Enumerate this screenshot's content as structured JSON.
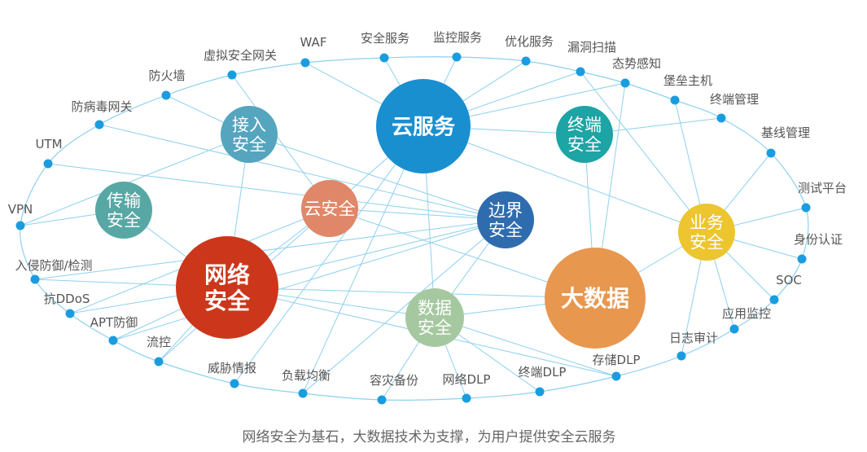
{
  "caption": "网络安全为基石，大数据技术为支撑，为用户提供安全云服务",
  "colors": {
    "line": "#8ed0ee",
    "dot": "#1a9de0",
    "label": "#555555"
  },
  "hubs": [
    {
      "id": "cloud_service",
      "lines": [
        "云服务"
      ],
      "color": "#1a8fd0",
      "bold": true
    },
    {
      "id": "access",
      "lines": [
        "接入",
        "安全"
      ],
      "color": "#55a5bf"
    },
    {
      "id": "endpoint",
      "lines": [
        "终端",
        "安全"
      ],
      "color": "#1da4a4"
    },
    {
      "id": "transport",
      "lines": [
        "传输",
        "安全"
      ],
      "color": "#57a8a4"
    },
    {
      "id": "cloud_sec",
      "lines": [
        "云安全"
      ],
      "color": "#e0876a"
    },
    {
      "id": "border",
      "lines": [
        "边界",
        "安全"
      ],
      "color": "#2f6cae"
    },
    {
      "id": "business",
      "lines": [
        "业务",
        "安全"
      ],
      "color": "#ecc52f"
    },
    {
      "id": "network",
      "lines": [
        "网络",
        "安全"
      ],
      "color": "#cc371b",
      "bold": true
    },
    {
      "id": "bigdata",
      "lines": [
        "大数据"
      ],
      "color": "#e8974f",
      "bold": true
    },
    {
      "id": "data",
      "lines": [
        "数据",
        "安全"
      ],
      "color": "#a6c8a0"
    }
  ],
  "nodes": [
    {
      "id": "waf",
      "label": "WAF"
    },
    {
      "id": "sec_svc",
      "label": "安全服务"
    },
    {
      "id": "mon_svc",
      "label": "监控服务"
    },
    {
      "id": "opt_svc",
      "label": "优化服务"
    },
    {
      "id": "vuln",
      "label": "漏洞扫描"
    },
    {
      "id": "situ",
      "label": "态势感知"
    },
    {
      "id": "bastion",
      "label": "堡垒主机"
    },
    {
      "id": "term_mgmt",
      "label": "终端管理"
    },
    {
      "id": "baseline",
      "label": "基线管理"
    },
    {
      "id": "testplat",
      "label": "测试平台"
    },
    {
      "id": "auth",
      "label": "身份认证"
    },
    {
      "id": "soc",
      "label": "SOC"
    },
    {
      "id": "appmon",
      "label": "应用监控"
    },
    {
      "id": "logaudit",
      "label": "日志审计"
    },
    {
      "id": "storage_dlp",
      "label": "存储DLP"
    },
    {
      "id": "term_dlp",
      "label": "终端DLP"
    },
    {
      "id": "net_dlp",
      "label": "网络DLP"
    },
    {
      "id": "dr",
      "label": "容灾备份"
    },
    {
      "id": "lb",
      "label": "负载均衡"
    },
    {
      "id": "ti",
      "label": "威胁情报"
    },
    {
      "id": "flow",
      "label": "流控"
    },
    {
      "id": "apt",
      "label": "APT防御"
    },
    {
      "id": "ddos",
      "label": "抗DDoS"
    },
    {
      "id": "ips",
      "label": "入侵防御/检测"
    },
    {
      "id": "vpn",
      "label": "VPN"
    },
    {
      "id": "utm",
      "label": "UTM"
    },
    {
      "id": "av_gw",
      "label": "防病毒网关"
    },
    {
      "id": "fw",
      "label": "防火墙"
    },
    {
      "id": "vsg",
      "label": "虚拟安全网关"
    }
  ],
  "edges": [
    [
      "sec_svc",
      "cloud_service"
    ],
    [
      "waf",
      "cloud_service"
    ],
    [
      "mon_svc",
      "cloud_service"
    ],
    [
      "opt_svc",
      "cloud_service"
    ],
    [
      "vuln",
      "cloud_service"
    ],
    [
      "situ",
      "cloud_service"
    ],
    [
      "situ",
      "bigdata"
    ],
    [
      "vuln",
      "business"
    ],
    [
      "bastion",
      "business"
    ],
    [
      "term_mgmt",
      "endpoint"
    ],
    [
      "baseline",
      "business"
    ],
    [
      "testplat",
      "business"
    ],
    [
      "auth",
      "business"
    ],
    [
      "soc",
      "business"
    ],
    [
      "appmon",
      "business"
    ],
    [
      "logaudit",
      "business"
    ],
    [
      "business",
      "bigdata"
    ],
    [
      "cloud_service",
      "endpoint"
    ],
    [
      "cloud_service",
      "business"
    ],
    [
      "endpoint",
      "bigdata"
    ],
    [
      "vsg",
      "cloud_sec"
    ],
    [
      "fw",
      "access"
    ],
    [
      "av_gw",
      "border"
    ],
    [
      "utm",
      "border"
    ],
    [
      "vpn",
      "access"
    ],
    [
      "vpn",
      "transport"
    ],
    [
      "access",
      "network"
    ],
    [
      "access",
      "border"
    ],
    [
      "transport",
      "network"
    ],
    [
      "ips",
      "network"
    ],
    [
      "ips",
      "border"
    ],
    [
      "ddos",
      "cloud_sec"
    ],
    [
      "ddos",
      "network"
    ],
    [
      "apt",
      "network"
    ],
    [
      "apt",
      "border"
    ],
    [
      "flow",
      "network"
    ],
    [
      "flow",
      "cloud_sec"
    ],
    [
      "ti",
      "cloud_service"
    ],
    [
      "lb",
      "cloud_service"
    ],
    [
      "lb",
      "border"
    ],
    [
      "dr",
      "data"
    ],
    [
      "net_dlp",
      "data"
    ],
    [
      "term_dlp",
      "data"
    ],
    [
      "storage_dlp",
      "data"
    ],
    [
      "storage_dlp",
      "network"
    ],
    [
      "cloud_service",
      "cloud_sec"
    ],
    [
      "cloud_service",
      "data"
    ],
    [
      "cloud_sec",
      "network"
    ],
    [
      "cloud_sec",
      "bigdata"
    ],
    [
      "cloud_sec",
      "border"
    ],
    [
      "network",
      "border"
    ],
    [
      "network",
      "data"
    ],
    [
      "network",
      "bigdata"
    ],
    [
      "data",
      "bigdata"
    ],
    [
      "data",
      "border"
    ]
  ]
}
